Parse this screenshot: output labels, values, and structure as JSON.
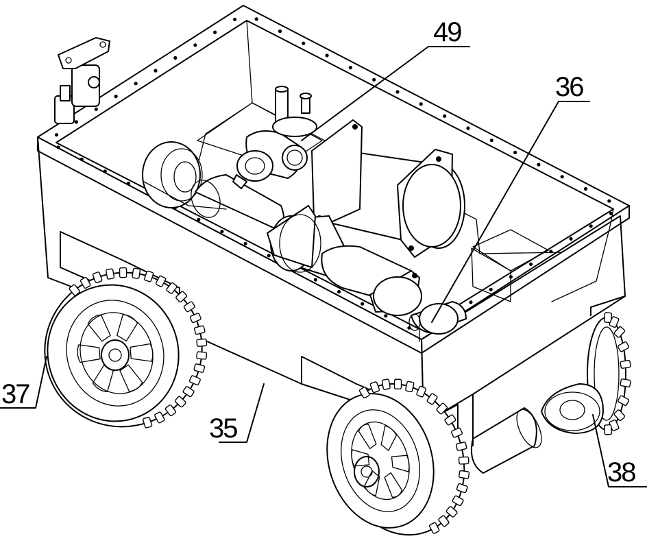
{
  "labels": {
    "motor": "49",
    "pump": "36",
    "wheel_front_left": "37",
    "chassis": "35",
    "wheel_rear_right": "38"
  }
}
